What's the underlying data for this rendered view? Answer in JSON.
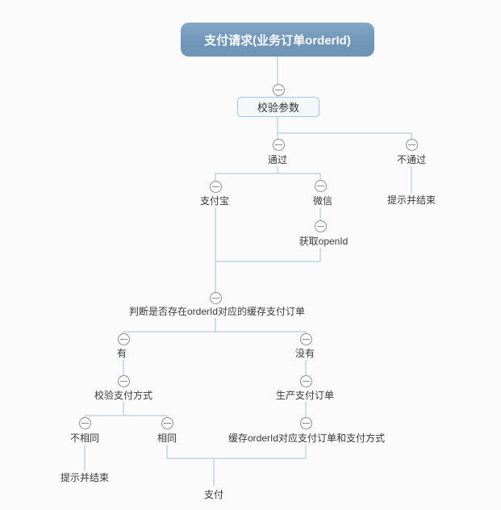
{
  "diagram": {
    "type": "mind-map flowchart",
    "colors": {
      "background": "#fbfbfb",
      "root_node_bg": "#7296b8",
      "root_node_text": "#ffffff",
      "connector_line": "#a6c0d6",
      "box_border": "#a5c6de",
      "box_bg": "#f4f8fb",
      "label_text": "#3a3a3a",
      "collapse_icon": "#909090"
    },
    "icons": {
      "collapse": "minus-circle"
    },
    "nodes": {
      "root": {
        "label": "支付请求(业务订单orderId)"
      },
      "validate_params": {
        "label": "校验参数"
      },
      "pass": {
        "label": "通过"
      },
      "fail": {
        "label": "不通过"
      },
      "fail_end": {
        "label": "提示并结束"
      },
      "alipay": {
        "label": "支付宝"
      },
      "wechat": {
        "label": "微信"
      },
      "get_openid": {
        "label": "获取openId"
      },
      "check_cached_order": {
        "label": "判断是否存在orderId对应的缓存支付订单"
      },
      "has": {
        "label": "有"
      },
      "has_not": {
        "label": "没有"
      },
      "verify_pay_method": {
        "label": "校验支付方式"
      },
      "create_pay_order": {
        "label": "生产支付订单"
      },
      "not_same": {
        "label": "不相同"
      },
      "same": {
        "label": "相同"
      },
      "cache_order": {
        "label": "缓存orderId对应支付订单和支付方式"
      },
      "not_same_end": {
        "label": "提示并结束"
      },
      "pay": {
        "label": "支付"
      }
    },
    "edges": [
      [
        "root",
        "validate_params"
      ],
      [
        "validate_params",
        "pass"
      ],
      [
        "validate_params",
        "fail"
      ],
      [
        "fail",
        "fail_end"
      ],
      [
        "pass",
        "alipay"
      ],
      [
        "pass",
        "wechat"
      ],
      [
        "wechat",
        "get_openid"
      ],
      [
        "alipay",
        "check_cached_order"
      ],
      [
        "get_openid",
        "check_cached_order"
      ],
      [
        "check_cached_order",
        "has"
      ],
      [
        "check_cached_order",
        "has_not"
      ],
      [
        "has",
        "verify_pay_method"
      ],
      [
        "has_not",
        "create_pay_order"
      ],
      [
        "verify_pay_method",
        "not_same"
      ],
      [
        "verify_pay_method",
        "same"
      ],
      [
        "create_pay_order",
        "cache_order"
      ],
      [
        "not_same",
        "not_same_end"
      ],
      [
        "same",
        "pay"
      ],
      [
        "cache_order",
        "pay"
      ]
    ]
  }
}
